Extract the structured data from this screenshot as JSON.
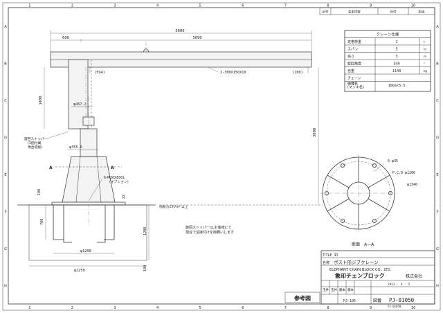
{
  "border": {
    "col_numbers": [
      "1",
      "2",
      "3",
      "4",
      "5",
      "6",
      "7",
      "8",
      "9",
      "10"
    ],
    "row_letters": [
      "A",
      "B",
      "C",
      "D",
      "E",
      "F",
      "G",
      "H"
    ]
  },
  "revision_box": {
    "header": [
      "記号",
      "変更内容",
      "日付",
      "担当"
    ]
  },
  "spec_table": {
    "title": "クレーン仕様",
    "rows": [
      {
        "label": "定格荷重",
        "value": "1",
        "unit": "t"
      },
      {
        "label": "スパン",
        "value": "5",
        "unit": "m"
      },
      {
        "label": "高さ",
        "value": "3",
        "unit": "m"
      },
      {
        "label": "旋回角度",
        "value": "340",
        "unit": "°"
      },
      {
        "label": "自重",
        "value": "1140",
        "unit": "kg"
      },
      {
        "label": "チェーン",
        "value": "",
        "unit": ""
      },
      {
        "label": "機種名\n(マンキ名)",
        "value": "10GS/5.5",
        "unit": ""
      }
    ]
  },
  "dimensions": {
    "overall_span": "5600",
    "left_offset": "600",
    "span": "5090",
    "left_stop": "(594)",
    "right_stop": "(100)",
    "beam": "I-300X150X10",
    "column_height": "1400",
    "pipe_dia": "φ457.2",
    "base_dia": "φ355.6",
    "total_height": "3000",
    "anchor_depth": "700",
    "foundation_width": "φ1200",
    "foundation_outer": "φ2250",
    "foundation_depth": "1200",
    "base_plate": "100",
    "gap": "22",
    "bottom": "100",
    "rib_height": "100"
  },
  "annotations": {
    "rotation_stopper": "旋回ストッパー\n(1個付属\n現合溶接)",
    "anchor_bolt": "6-M30X800L\n(オプション)",
    "soil": "地耐力15t/m² 以上",
    "note": "旋回ストッパーは,お客様にて\n現合で溶接付けを御願いします",
    "section_label": "A",
    "holes": "6-φ35",
    "pcd": "P.C.D φ1200",
    "outer_dia": "φ1340",
    "section_title": "断面　A—A"
  },
  "title_block": {
    "title_label": "TITLE",
    "title_line1": "1t",
    "title_line2": "ポスト形ジブクレーン",
    "name_label": "名称",
    "company_en": "ELEPHANT CHAIN BLOCK CO., LTD.",
    "company_jp": "象印チェンブロック",
    "company_suffix": "株式会社",
    "drawn": "玉井",
    "checked": "玉井",
    "approved1": "藤本",
    "approved2": "藤本",
    "date": "2012 . 4 . 5",
    "ref_label": "参考図",
    "model": "PJ-105",
    "drawing_no_label": "図番",
    "drawing_no": "PJ-01050",
    "drawing_no_small": "PJ-01050"
  }
}
